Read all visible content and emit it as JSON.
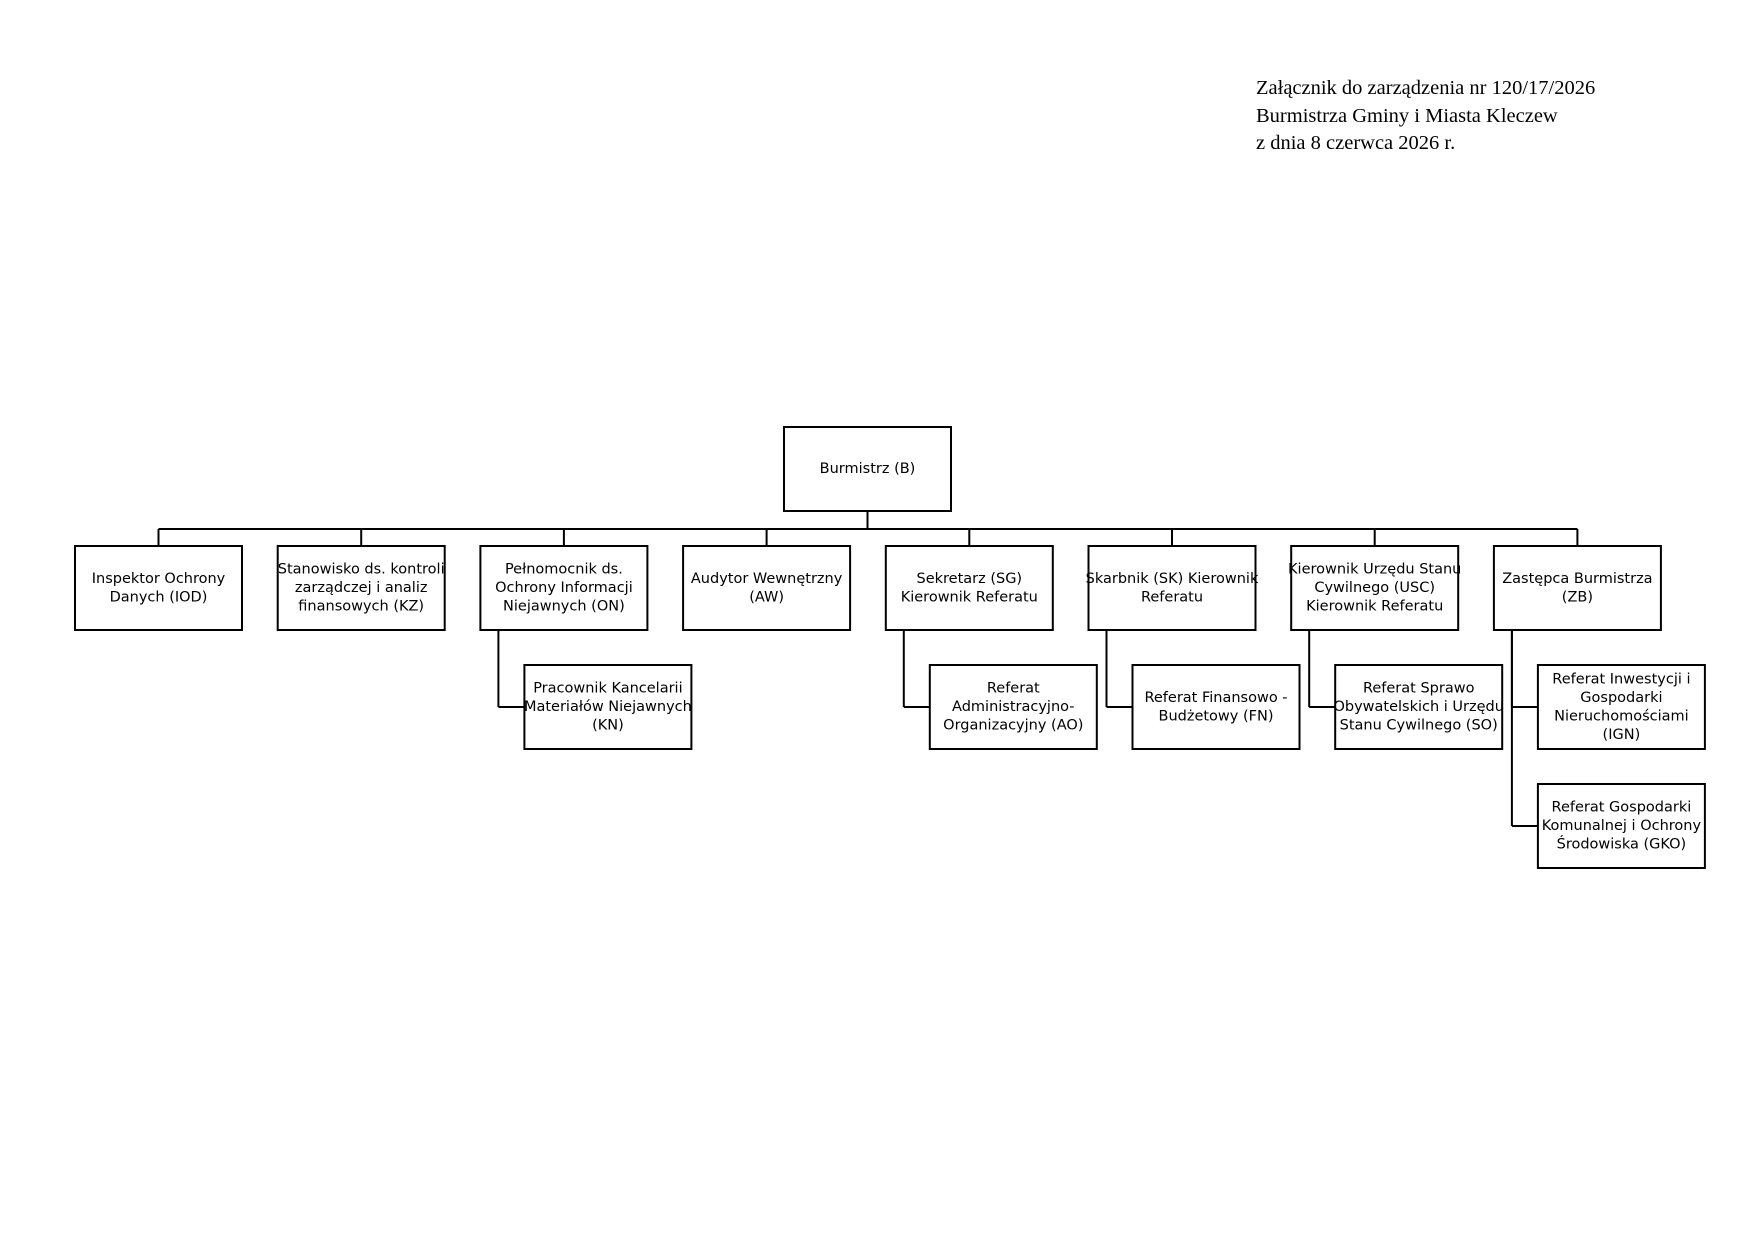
{
  "header": {
    "line1": "Załącznik do zarządzenia nr 120/17/2026",
    "line2": "Burmistrza Gminy i Miasta Kleczew",
    "line3": "z dnia 8 czerwca 2026 r."
  },
  "org": {
    "root": {
      "id": "b",
      "lines": [
        "Burmistrz (B)"
      ]
    },
    "level1": [
      {
        "id": "iod",
        "lines": [
          "Inspektor Ochrony",
          "Danych (IOD)"
        ],
        "children": []
      },
      {
        "id": "kz",
        "lines": [
          "Stanowisko ds. kontroli",
          "zarządczej i analiz",
          "finansowych (KZ)"
        ],
        "children": []
      },
      {
        "id": "on",
        "lines": [
          "Pełnomocnik ds.",
          "Ochrony Informacji",
          "Niejawnych (ON)"
        ],
        "children": [
          {
            "id": "kn",
            "lines": [
              "Pracownik Kancelarii",
              "Materiałów Niejawnych",
              "(KN)"
            ]
          }
        ]
      },
      {
        "id": "aw",
        "lines": [
          "Audytor Wewnętrzny",
          "(AW)"
        ],
        "children": []
      },
      {
        "id": "sg",
        "lines": [
          "Sekretarz (SG)",
          "Kierownik Referatu"
        ],
        "children": [
          {
            "id": "ao",
            "lines": [
              "Referat",
              "Administracyjno-",
              "Organizacyjny (AO)"
            ]
          }
        ]
      },
      {
        "id": "sk",
        "lines": [
          "Skarbnik (SK) Kierownik",
          "Referatu"
        ],
        "children": [
          {
            "id": "fn",
            "lines": [
              "Referat Finansowo -",
              "Budżetowy (FN)"
            ]
          }
        ]
      },
      {
        "id": "usc",
        "lines": [
          "Kierownik Urzędu Stanu",
          "Cywilnego (USC)",
          "Kierownik Referatu"
        ],
        "children": [
          {
            "id": "so",
            "lines": [
              "Referat Sprawo",
              "Obywatelskich i Urzędu",
              "Stanu Cywilnego (SO)"
            ]
          }
        ]
      },
      {
        "id": "zb",
        "lines": [
          "Zastępca Burmistrza",
          "(ZB)"
        ],
        "children": [
          {
            "id": "ign",
            "lines": [
              "Referat Inwestycji i",
              "Gospodarki",
              "Nieruchomościami",
              "(IGN)"
            ]
          },
          {
            "id": "gko",
            "lines": [
              "Referat Gospodarki",
              "Komunalnej i Ochrony",
              "Środowiska (GKO)"
            ]
          }
        ]
      }
    ]
  }
}
